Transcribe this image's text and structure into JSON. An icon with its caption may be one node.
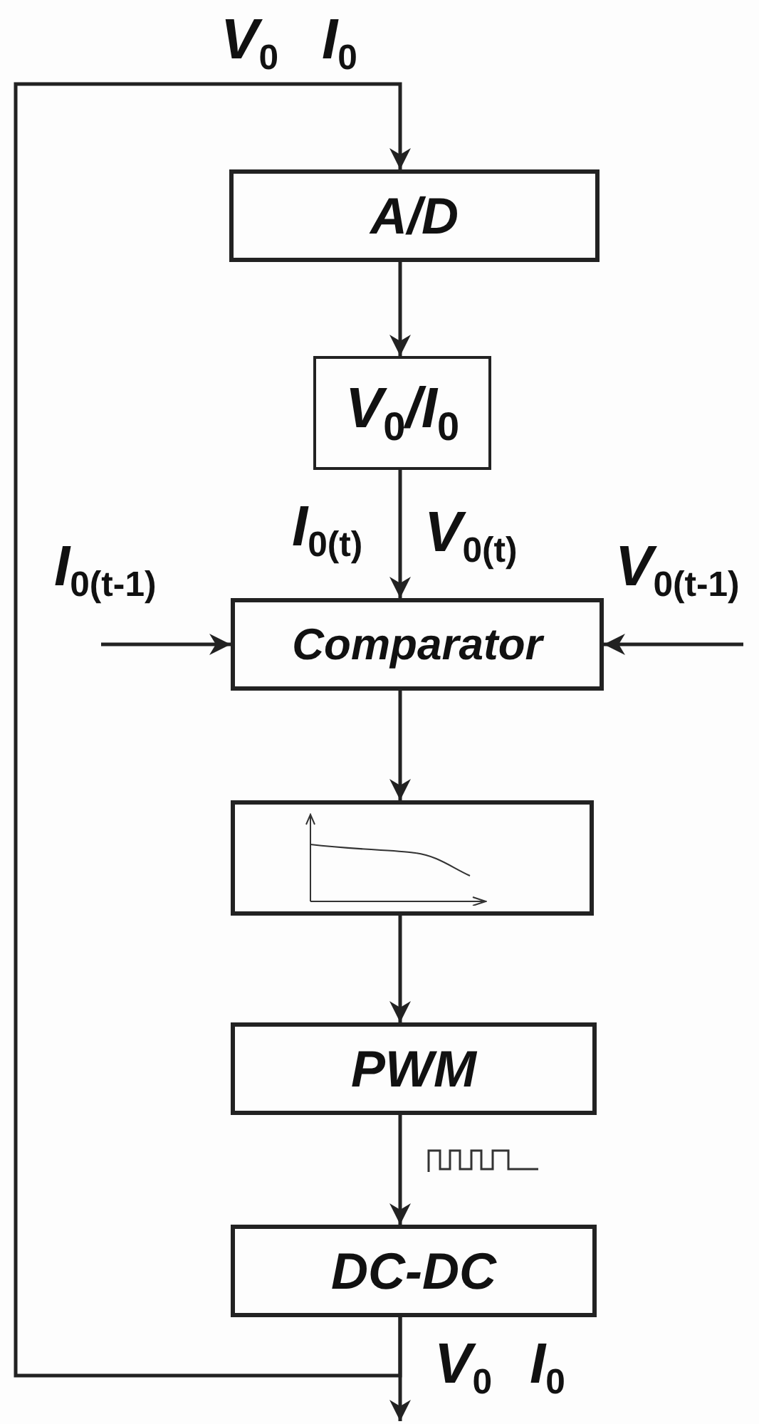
{
  "diagram": {
    "nodes": [
      {
        "text": [
          "A/D"
        ]
      },
      {
        "text": [
          "V$_{0}$/I$_{0}$"
        ]
      },
      {
        "text": [
          "Comparator"
        ]
      },
      {
        "text": [],
        "shape": "box"
      },
      {
        "text": [
          "PWM"
        ]
      },
      {
        "text": [
          "DC-DC"
        ]
      }
    ],
    "edges": [
      {
        "from": 0,
        "to": 1,
        "arrow": "to"
      },
      {
        "from": 1,
        "to": 2,
        "arrow": "to"
      },
      {
        "from": null,
        "to": 2,
        "arrow": "to",
        "label": "I$_{0(t-1)}$"
      },
      {
        "from": null,
        "to": 2,
        "arrow": "to",
        "label": "V$_{0(t-1)}$"
      },
      {
        "from": 2,
        "to": 3,
        "arrow": "to"
      },
      {
        "from": 3,
        "to": 4,
        "arrow": "to"
      },
      {
        "from": 4,
        "to": 5,
        "arrow": "to"
      },
      {
        "from": 5,
        "to": null,
        "arrow": "to"
      },
      {
        "from": 5,
        "to": 0,
        "arrow": "to"
      }
    ],
    "labels": [
      "V$_{0}$",
      "I$_{0}$",
      "I$_{0(t)}$",
      "V$_{0(t)}$",
      "V$_{0}$",
      "I$_{0}$"
    ]
  }
}
